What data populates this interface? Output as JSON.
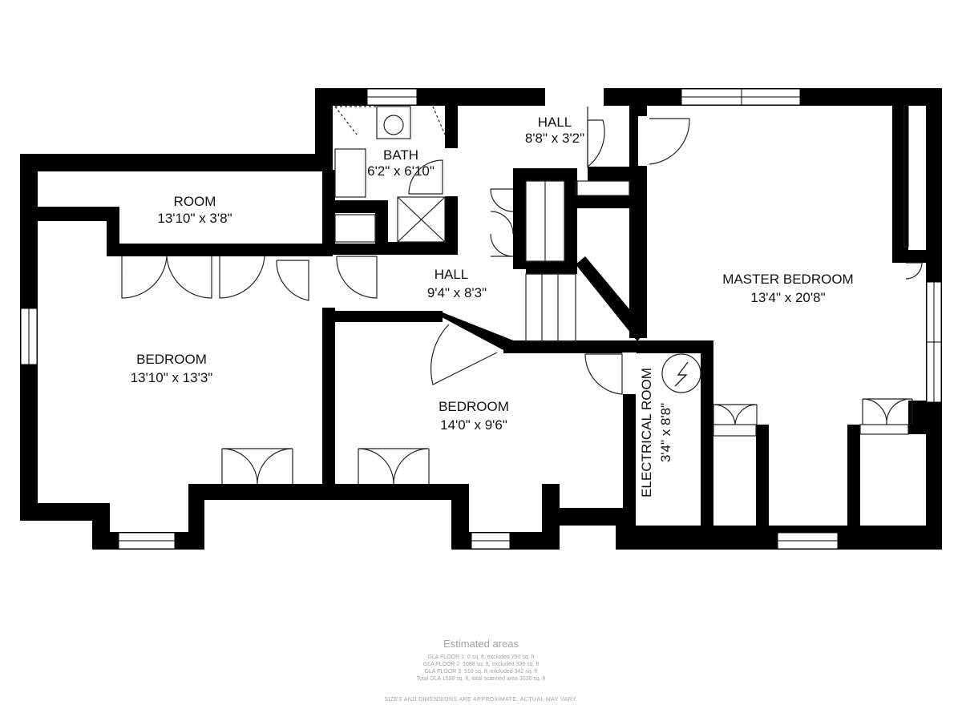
{
  "colors": {
    "wall": "#000000",
    "thin_line": "#222222",
    "footer_text": "#a3a3a3"
  },
  "rooms": {
    "hall_top": {
      "name": "HALL",
      "size": "8'8\" x 3'2\""
    },
    "bath": {
      "name": "BATH",
      "size": "6'2\" x 6'10\""
    },
    "room": {
      "name": "ROOM",
      "size": "13'10\" x 3'8\""
    },
    "hall_center": {
      "name": "HALL",
      "size": "9'4\" x 8'3\""
    },
    "master_bedroom": {
      "name": "MASTER BEDROOM",
      "size": "13'4\" x 20'8\""
    },
    "bedroom_left": {
      "name": "BEDROOM",
      "size": "13'10\" x 13'3\""
    },
    "bedroom_middle": {
      "name": "BEDROOM",
      "size": "14'0\" x 9'6\""
    },
    "electrical_room": {
      "name": "ELECTRICAL ROOM",
      "size": "3'4\" x 8'8\""
    }
  },
  "footer": {
    "title": "Estimated areas",
    "lines": [
      "GLA FLOOR 1: 0 sq. ft, excluded 750 sq. ft",
      "GLA FLOOR 2: 1088 sq. ft, excluded 336 sq. ft",
      "GLA FLOOR 3: 510 sq. ft, excluded 342 sq. ft",
      "Total GLA 1598 sq. ft, total scanned area 3036 sq. ft"
    ],
    "disclaimer": "SIZES AND DIMENSIONS ARE APPROXIMATE. ACTUAL MAY VARY."
  }
}
